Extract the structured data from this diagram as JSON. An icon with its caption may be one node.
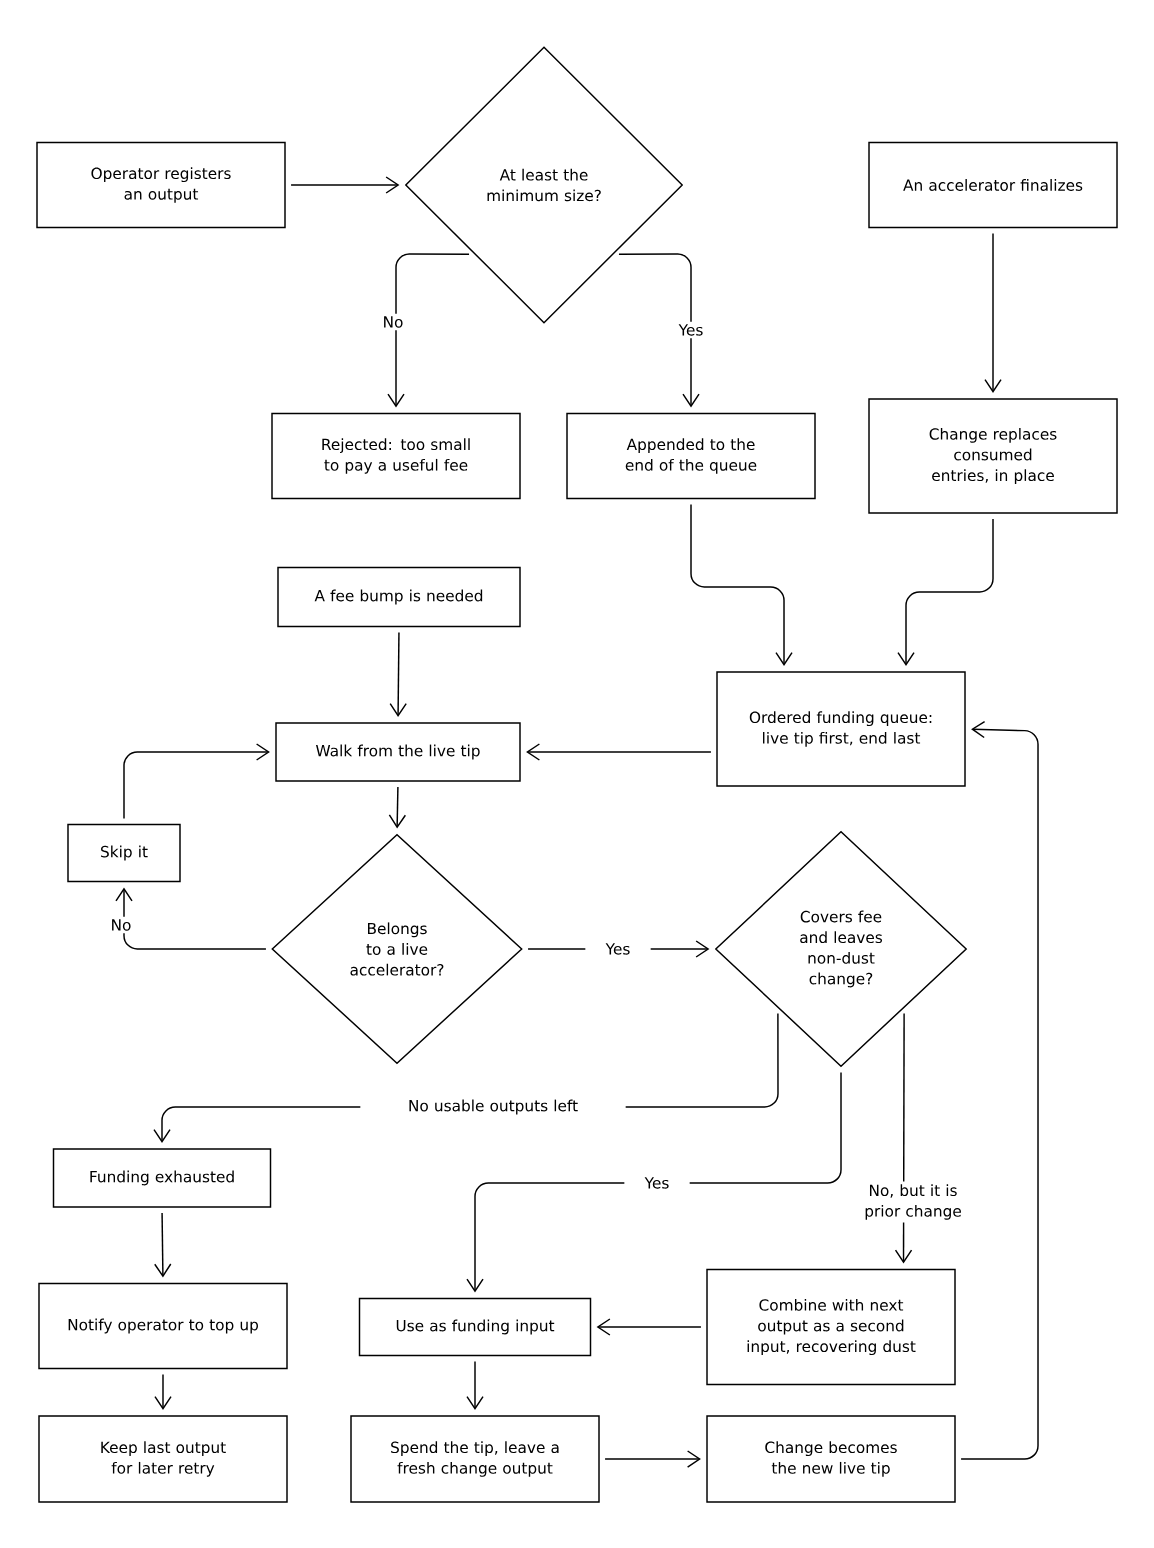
{
  "diagram": {
    "nodes": [
      {
        "text": [
          "Operator registers an output"
        ]
      },
      {
        "text": [
          "At least the minimum size?"
        ]
      },
      {
        "text": [
          "An accelerator finalizes"
        ]
      },
      {
        "text": [
          "Rejected: too small to pay a useful fee"
        ]
      },
      {
        "text": [
          "Appended to the end of the queue"
        ]
      },
      {
        "text": [
          "Change replaces consumed entries, in place"
        ]
      },
      {
        "text": [
          "A fee bump is needed"
        ]
      },
      {
        "text": [
          "Ordered funding queue: live tip first, end last"
        ]
      },
      {
        "text": [
          "Walk from the live tip"
        ]
      },
      {
        "text": [
          "Skip it"
        ]
      },
      {
        "text": [
          "Belongs to a live accelerator?"
        ]
      },
      {
        "text": [
          "Covers fee and leaves non-dust change?"
        ]
      },
      {
        "text": [
          "Funding exhausted"
        ]
      },
      {
        "text": [
          "Notify operator to top up"
        ]
      },
      {
        "text": [
          "Use as funding input"
        ]
      },
      {
        "text": [
          "Combine with next output as a second input, recovering dust"
        ]
      },
      {
        "text": [
          "Keep last output for later retry"
        ]
      },
      {
        "text": [
          "Spend the tip, leave a fresh change output"
        ]
      },
      {
        "text": [
          "Change becomes the new live tip"
        ]
      }
    ],
    "edges": [
      {
        "from": 0,
        "to": 1,
        "arrow": "to"
      },
      {
        "from": 1,
        "to": 3,
        "arrow": "to",
        "label": "No"
      },
      {
        "from": 1,
        "to": 4,
        "arrow": "to",
        "label": "Yes"
      },
      {
        "from": 2,
        "to": 5,
        "arrow": "to"
      },
      {
        "from": 4,
        "to": 7,
        "arrow": "to"
      },
      {
        "from": 5,
        "to": 7,
        "arrow": "to"
      },
      {
        "from": 6,
        "to": 8,
        "arrow": "to"
      },
      {
        "from": 7,
        "to": 8,
        "arrow": "to"
      },
      {
        "from": 8,
        "to": 10,
        "arrow": "to"
      },
      {
        "from": 10,
        "to": 9,
        "arrow": "to",
        "label": "No"
      },
      {
        "from": 9,
        "to": 8,
        "arrow": "to"
      },
      {
        "from": 10,
        "to": 11,
        "arrow": "to",
        "label": "Yes"
      },
      {
        "from": 11,
        "to": 12,
        "arrow": "to",
        "label": "No usable outputs left"
      },
      {
        "from": 11,
        "to": 14,
        "arrow": "to",
        "label": "Yes"
      },
      {
        "from": 11,
        "to": 15,
        "arrow": "to",
        "label": "No, but it is prior change"
      },
      {
        "from": 15,
        "to": 14,
        "arrow": "to"
      },
      {
        "from": 12,
        "to": 13,
        "arrow": "to"
      },
      {
        "from": 13,
        "to": 16,
        "arrow": "to"
      },
      {
        "from": 14,
        "to": 17,
        "arrow": "to"
      },
      {
        "from": 17,
        "to": 18,
        "arrow": "to"
      },
      {
        "from": 18,
        "to": 7,
        "arrow": "to"
      }
    ]
  }
}
